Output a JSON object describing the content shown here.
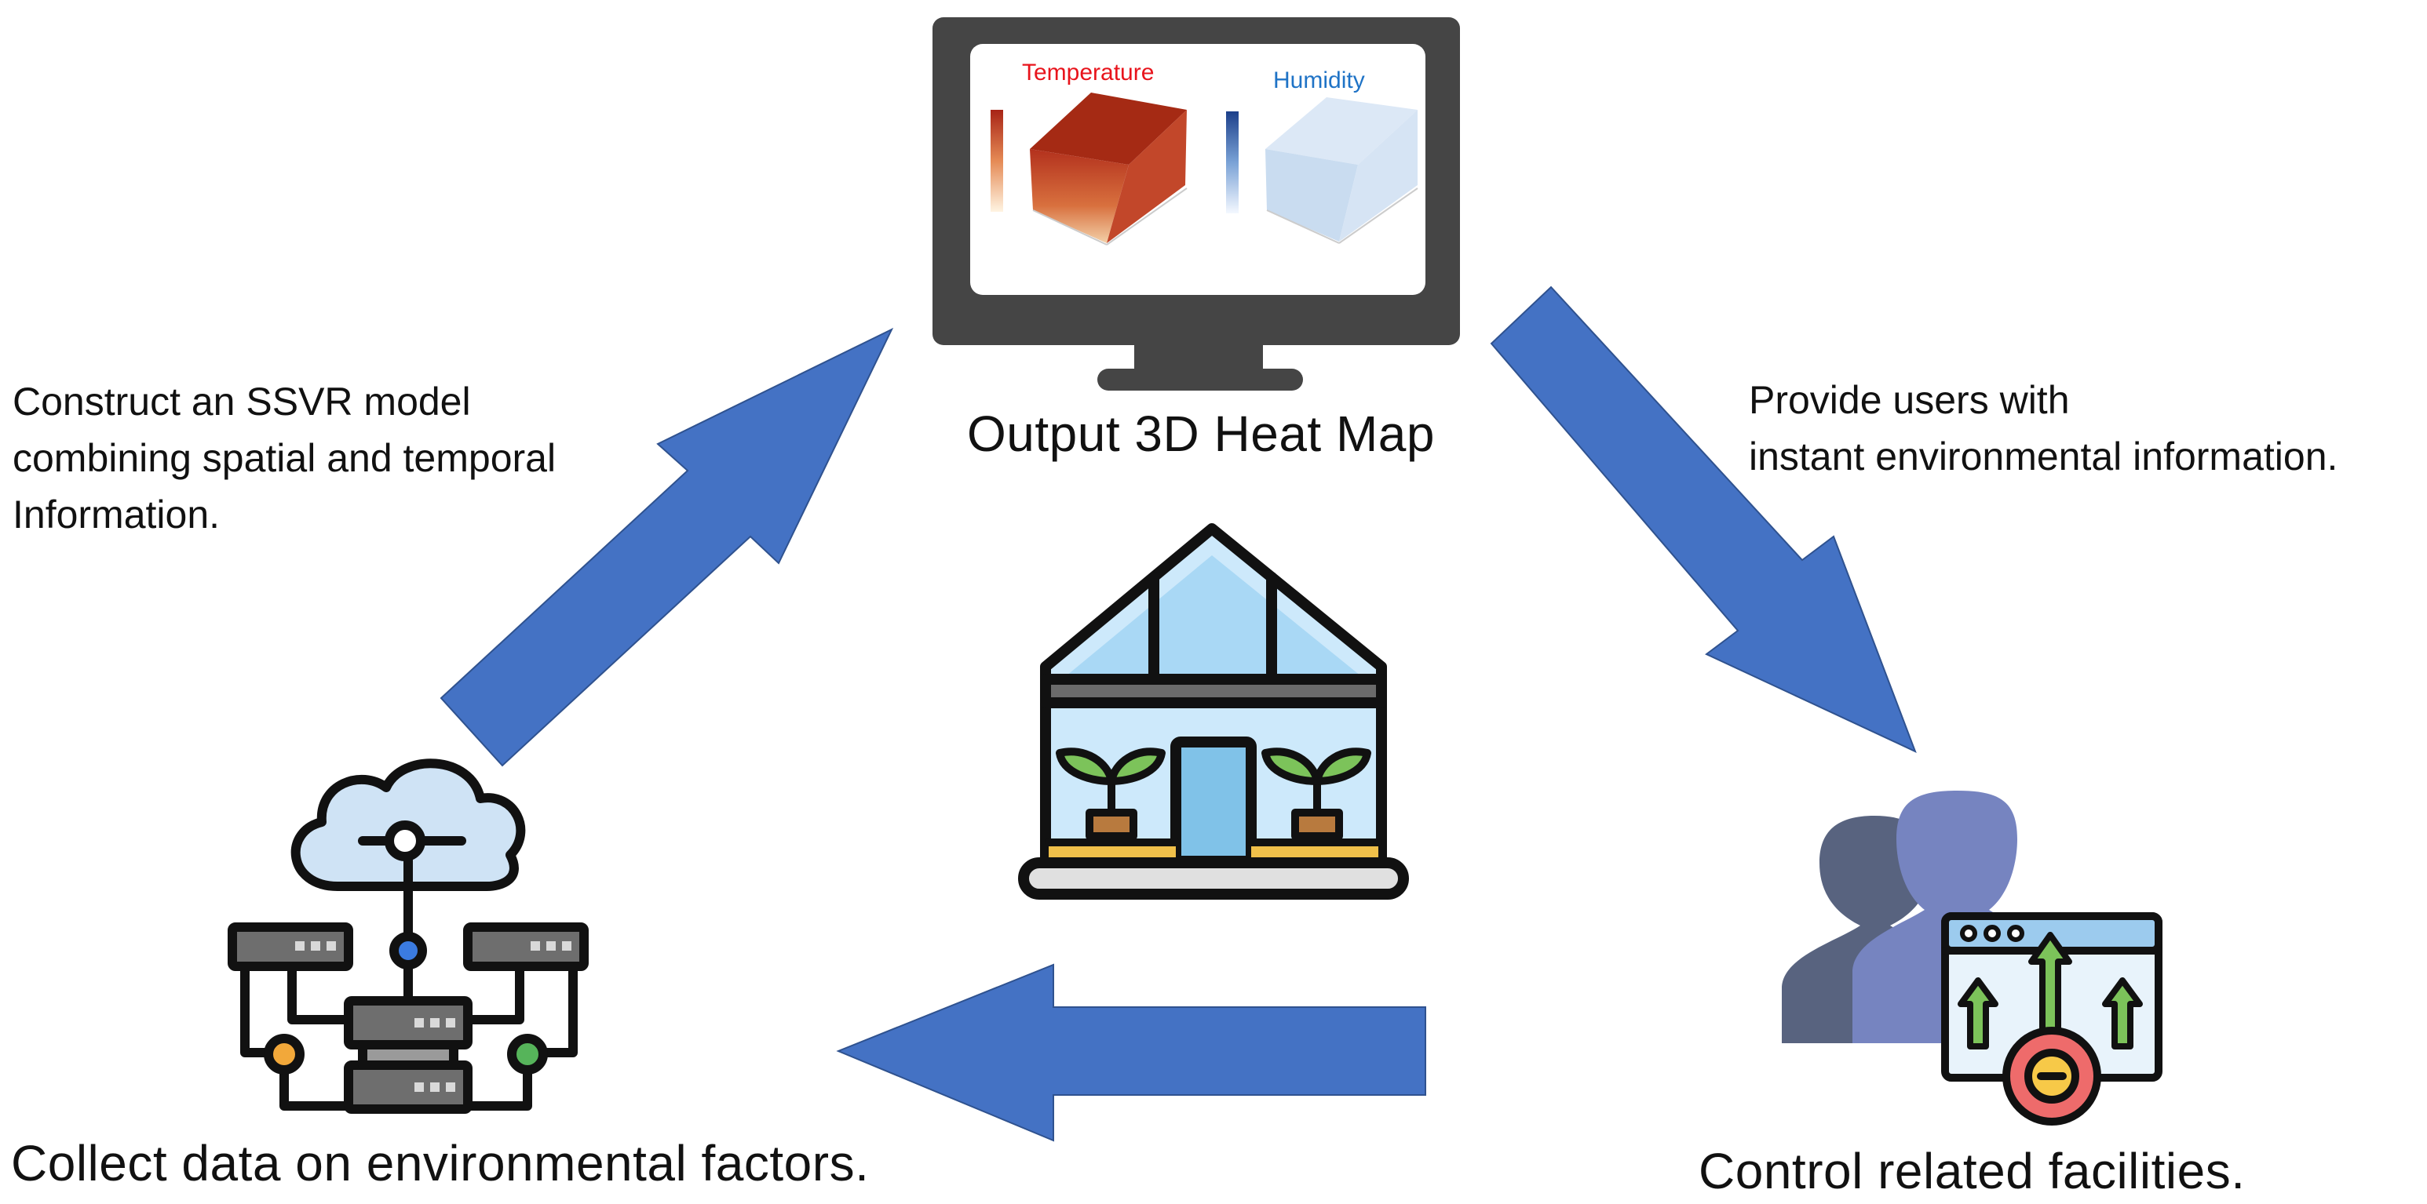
{
  "monitor": {
    "caption": "Output 3D Heat Map",
    "temperature_label": "Temperature",
    "humidity_label": "Humidity",
    "temperature_color": "#e8141c",
    "humidity_color": "#1f73c6"
  },
  "left_text": {
    "line1": "Construct an SSVR model",
    "line2": "combining spatial and temporal",
    "line3": "Information."
  },
  "right_text": {
    "line1": "Provide users with",
    "line2": "instant environmental information."
  },
  "bottom_left_caption": "Collect data on environmental factors.",
  "bottom_right_caption": "Control related facilities.",
  "colors": {
    "arrow_blue": "#4472c4",
    "text": "#111111"
  },
  "icons": [
    "monitor-icon",
    "greenhouse-icon",
    "cloud-server-icon",
    "users-icon",
    "dashboard-gear-icon"
  ]
}
